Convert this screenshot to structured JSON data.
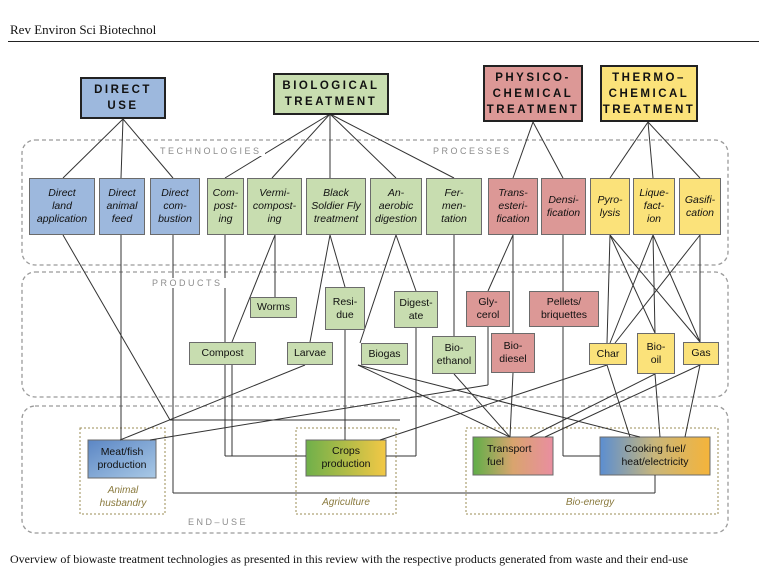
{
  "header": {
    "journal": "Rev Environ Sci Biotechnol"
  },
  "sections": {
    "technologies": "TECHNOLOGIES",
    "processes": "PROCESSES",
    "products": "PRODUCTS",
    "end_use": "END–USE"
  },
  "categories": {
    "direct_use": "DIRECT\nUSE",
    "biological": "BIOLOGICAL\nTREATMENT",
    "physico_chemical": "PHYSICO-\nCHEMICAL\nTREATMENT",
    "thermo_chemical": "THERMO–\nCHEMICAL\nTREATMENT"
  },
  "technologies": {
    "direct_land": "Direct\nland\napplication",
    "direct_feed": "Direct\nanimal\nfeed",
    "direct_combustion": "Direct\ncom-\nbustion",
    "composting": "Com-\npost-\ning",
    "vermicomposting": "Vermi-\ncompost-\ning",
    "bsf": "Black\nSoldier Fly\ntreatment",
    "anaerobic": "An-\naerobic\ndigestion",
    "fermentation": "Fer-\nmen-\ntation",
    "transesterification": "Trans-\nesteri-\nfication",
    "densification": "Densi-\nfication",
    "pyrolysis": "Pyro-\nlysis",
    "liquefaction": "Lique-\nfact-\nion",
    "gasification": "Gasifi-\ncation"
  },
  "products": {
    "worms": "Worms",
    "residue": "Resi-\ndue",
    "digestate": "Digest-\nate",
    "glycerol": "Gly-\ncerol",
    "pellets": "Pellets/\nbriquettes",
    "compost": "Compost",
    "larvae": "Larvae",
    "biogas": "Biogas",
    "bioethanol": "Bio-\nethanol",
    "biodiesel": "Bio-\ndiesel",
    "char": "Char",
    "biooil": "Bio-\noil",
    "gas": "Gas"
  },
  "end_uses": {
    "meat_fish": "Meat/fish\nproduction",
    "crops": "Crops\nproduction",
    "transport_fuel": "Transport\nfuel",
    "cooking_fuel": "Cooking fuel/\nheat/electricity"
  },
  "groups": {
    "animal_husbandry": "Animal\nhusbandry",
    "agriculture": "Agriculture",
    "bio_energy": "Bio-energy"
  },
  "caption": "Overview of biowaste treatment technologies as presented in this review with the respective products generated from waste and their end-use",
  "colors": {
    "direct": "#9db8dd",
    "biological": "#c8ddb0",
    "physico_chemical": "#dc9896",
    "thermo_chemical": "#fbe27a"
  }
}
